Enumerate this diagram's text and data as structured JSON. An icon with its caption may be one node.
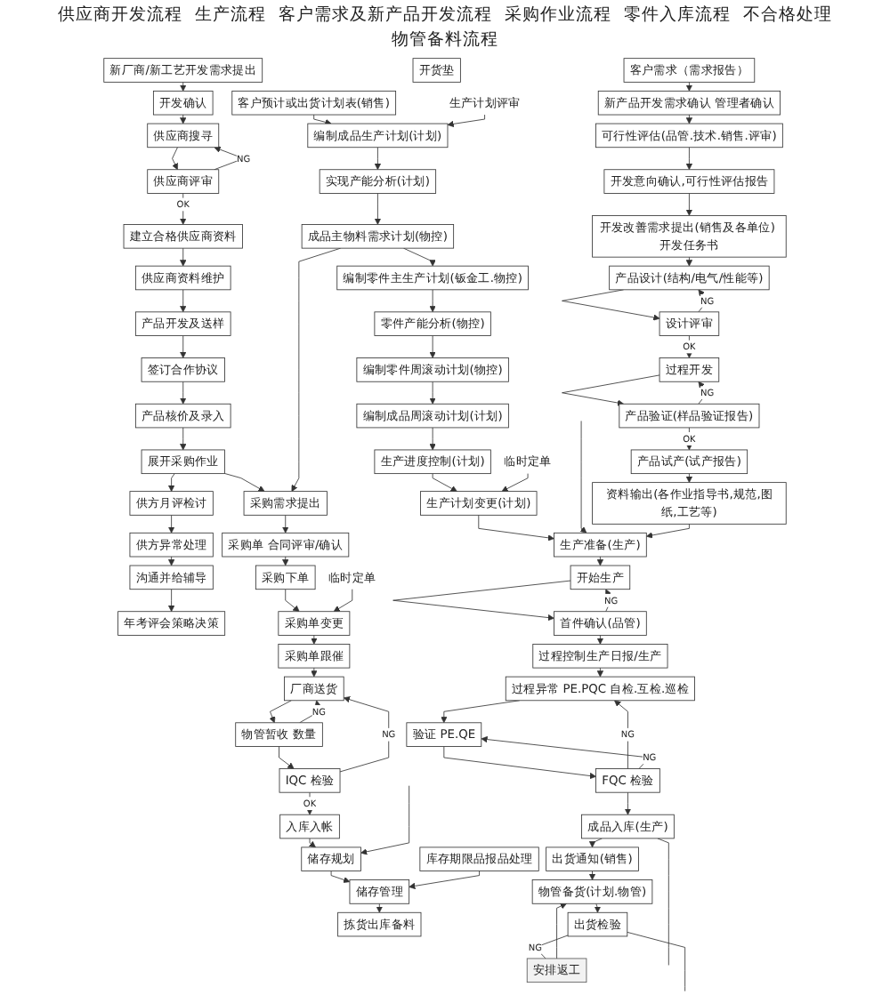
{
  "diagram": {
    "nodes": [
      {
        "text": [
          "新厂商/新工艺开发需求提出"
        ]
      },
      {
        "text": [
          "开发确认"
        ]
      },
      {
        "text": [
          "供应商搜寻"
        ]
      },
      {
        "text": [
          "供应商评审"
        ]
      },
      {
        "text": [
          "建立合格供应商资料"
        ]
      },
      {
        "text": [
          "供应商资料维护"
        ]
      },
      {
        "text": [
          "产品开发及送样"
        ]
      },
      {
        "text": [
          "签订合作协议"
        ]
      },
      {
        "text": [
          "产品核价及录入"
        ]
      },
      {
        "text": [
          "展开采购作业"
        ]
      },
      {
        "text": [
          "供方月评检讨"
        ]
      },
      {
        "text": [
          "供方异常处理"
        ]
      },
      {
        "text": [
          "沟通并给辅导"
        ]
      },
      {
        "text": [
          "年考评会策略决策"
        ]
      },
      {
        "text": [
          "采购需求提出"
        ]
      },
      {
        "text": [
          "采购单 合同评审/确认"
        ]
      },
      {
        "text": [
          "采购下单"
        ]
      },
      {
        "text": [
          "临时定单"
        ]
      },
      {
        "text": [
          "采购单变更"
        ]
      },
      {
        "text": [
          "采购单跟催"
        ]
      },
      {
        "text": [
          "厂商送货"
        ]
      },
      {
        "text": [
          "物管暂收 数量"
        ]
      },
      {
        "text": [
          "IQC 检验"
        ]
      },
      {
        "text": [
          "入库入帐"
        ]
      },
      {
        "text": [
          "储存规划"
        ]
      },
      {
        "text": [
          "库存期限品报品处理"
        ]
      },
      {
        "text": [
          "储存管理"
        ]
      },
      {
        "text": [
          "开货垫"
        ]
      },
      {
        "text": [
          "拣货出库备料"
        ]
      },
      {
        "text": [
          "客户预计或出货计划表(销售)"
        ]
      },
      {
        "text": [
          "编制成品生产计划(计划)"
        ]
      },
      {
        "text": [
          "生产计划评审"
        ]
      },
      {
        "text": [
          "实现产能分析(计划)"
        ]
      },
      {
        "text": [
          "成品主物料需求计划(物控)"
        ]
      },
      {
        "text": [
          "编制零件主生产计划(钣金工.物控)"
        ]
      },
      {
        "text": [
          "零件产能分析(物控)"
        ]
      },
      {
        "text": [
          "编制零件周滚动计划(物控)"
        ]
      },
      {
        "text": [
          "编制成品周滚动计划(计划)"
        ]
      },
      {
        "text": [
          "生产进度控制(计划)"
        ]
      },
      {
        "text": [
          "生产计划变更(计划)"
        ]
      },
      {
        "text": [
          "临时定单"
        ]
      },
      {
        "text": [
          "生产准备(生产)"
        ]
      },
      {
        "text": [
          "开始生产"
        ]
      },
      {
        "text": [
          "首件确认(品管)"
        ]
      },
      {
        "text": [
          "过程控制生产日报/生产"
        ]
      },
      {
        "text": [
          "过程异常 PE.PQC 自检.互检.巡检"
        ]
      },
      {
        "text": [
          "验证 PE.QE"
        ]
      },
      {
        "text": [
          "FQC 检验"
        ]
      },
      {
        "text": [
          "成品入库(生产)"
        ]
      },
      {
        "text": [
          "出货通知(销售)"
        ]
      },
      {
        "text": [
          "物管备货(计划.物管)"
        ]
      },
      {
        "text": [
          "安排返工"
        ]
      },
      {
        "text": [
          "出货检验"
        ]
      },
      {
        "text": [
          "客户需求（需求报告）"
        ]
      },
      {
        "text": [
          "新产品开发需求确认 管理者确认"
        ]
      },
      {
        "text": [
          "可行性评估(品管.技术.销售.评审)"
        ]
      },
      {
        "text": [
          "开发意向确认,可行性评估报告"
        ]
      },
      {
        "text": [
          "开发改善需求提出(销售及各单位) 开发任务书"
        ]
      },
      {
        "text": [
          "产品设计(结构/电气/性能等)"
        ]
      },
      {
        "text": [
          "设计评审"
        ]
      },
      {
        "text": [
          "过程开发"
        ]
      },
      {
        "text": [
          "产品验证(样品验证报告)"
        ]
      },
      {
        "text": [
          "产品试产(试产报告)"
        ]
      },
      {
        "text": [
          "资料输出(各作业指导书,规范,图纸,工艺等)"
        ]
      }
    ],
    "edges": [
      {
        "from": 0,
        "to": 1,
        "arrow": "to"
      },
      {
        "from": 1,
        "to": 2,
        "arrow": "to"
      },
      {
        "from": 2,
        "to": 3,
        "arrow": "to"
      },
      {
        "from": 3,
        "to": 2,
        "arrow": "to",
        "label": "NG"
      },
      {
        "from": 3,
        "to": 4,
        "arrow": "to",
        "label": "OK"
      },
      {
        "from": 4,
        "to": 5,
        "arrow": "to"
      },
      {
        "from": 5,
        "to": 6,
        "arrow": "to"
      },
      {
        "from": 6,
        "to": 7,
        "arrow": "to"
      },
      {
        "from": 7,
        "to": 8,
        "arrow": "to"
      },
      {
        "from": 8,
        "to": 9,
        "arrow": "to"
      },
      {
        "from": 9,
        "to": 10,
        "arrow": "to"
      },
      {
        "from": 10,
        "to": 11,
        "arrow": "to"
      },
      {
        "from": 11,
        "to": 12,
        "arrow": "to"
      },
      {
        "from": 12,
        "to": 13,
        "arrow": "to"
      },
      {
        "from": 9,
        "to": 14,
        "arrow": "to"
      },
      {
        "from": 33,
        "to": 14,
        "arrow": "to"
      },
      {
        "from": 14,
        "to": 15,
        "arrow": "to"
      },
      {
        "from": 15,
        "to": 16,
        "arrow": "to"
      },
      {
        "from": 16,
        "to": 18,
        "arrow": "to"
      },
      {
        "from": 17,
        "to": 18,
        "arrow": "to"
      },
      {
        "from": 18,
        "to": 19,
        "arrow": "to"
      },
      {
        "from": 19,
        "to": 20,
        "arrow": "to"
      },
      {
        "from": 20,
        "to": 21,
        "arrow": "to"
      },
      {
        "from": 21,
        "to": 20,
        "arrow": "to",
        "label": "NG"
      },
      {
        "from": 21,
        "to": 22,
        "arrow": "to"
      },
      {
        "from": 22,
        "to": 20,
        "arrow": "to",
        "label": "NG"
      },
      {
        "from": 22,
        "to": 23,
        "arrow": "to",
        "label": "OK"
      },
      {
        "from": 23,
        "to": 24,
        "arrow": "to"
      },
      {
        "from": null,
        "to": 24,
        "arrow": "to"
      },
      {
        "from": 24,
        "to": 26,
        "arrow": "to"
      },
      {
        "from": 25,
        "to": 26,
        "arrow": "to"
      },
      {
        "from": 26,
        "to": 28,
        "arrow": "to"
      },
      {
        "from": 29,
        "to": 30,
        "arrow": "to"
      },
      {
        "from": 31,
        "to": 30,
        "arrow": "to"
      },
      {
        "from": 30,
        "to": 32,
        "arrow": "to"
      },
      {
        "from": 32,
        "to": 33,
        "arrow": "to"
      },
      {
        "from": 33,
        "to": 34,
        "arrow": "to"
      },
      {
        "from": 34,
        "to": 35,
        "arrow": "to"
      },
      {
        "from": 35,
        "to": 36,
        "arrow": "to"
      },
      {
        "from": 36,
        "to": 37,
        "arrow": "to"
      },
      {
        "from": 37,
        "to": 38,
        "arrow": "to"
      },
      {
        "from": 38,
        "to": 39,
        "arrow": "to"
      },
      {
        "from": 40,
        "to": 39,
        "arrow": "to"
      },
      {
        "from": 39,
        "to": 41,
        "arrow": "to"
      },
      {
        "from": null,
        "to": 41,
        "arrow": "to"
      },
      {
        "from": 63,
        "to": 41,
        "arrow": "to"
      },
      {
        "from": 41,
        "to": 42,
        "arrow": "to"
      },
      {
        "from": 42,
        "to": 43,
        "arrow": "to"
      },
      {
        "from": 43,
        "to": 42,
        "arrow": "to",
        "label": "NG"
      },
      {
        "from": 43,
        "to": 44,
        "arrow": "to"
      },
      {
        "from": 44,
        "to": 45,
        "arrow": "to"
      },
      {
        "from": 45,
        "to": 46,
        "arrow": "to"
      },
      {
        "from": 47,
        "to": 45,
        "arrow": "to",
        "label": "NG"
      },
      {
        "from": 46,
        "to": 47,
        "arrow": "to"
      },
      {
        "from": 47,
        "to": 46,
        "arrow": "to",
        "label": "NG"
      },
      {
        "from": 47,
        "to": 48,
        "arrow": "to"
      },
      {
        "from": 48,
        "to": null,
        "arrow": "none"
      },
      {
        "from": 48,
        "to": 49,
        "arrow": "to"
      },
      {
        "from": 49,
        "to": 50,
        "arrow": "to"
      },
      {
        "from": 50,
        "to": 52,
        "arrow": "to"
      },
      {
        "from": 52,
        "to": 51,
        "arrow": "none",
        "label": "NG"
      },
      {
        "from": 51,
        "to": 50,
        "arrow": "to"
      },
      {
        "from": 52,
        "to": null,
        "arrow": "none"
      },
      {
        "from": 53,
        "to": 54,
        "arrow": "to"
      },
      {
        "from": 54,
        "to": 55,
        "arrow": "to"
      },
      {
        "from": 55,
        "to": 56,
        "arrow": "to"
      },
      {
        "from": 56,
        "to": 57,
        "arrow": "to"
      },
      {
        "from": 57,
        "to": 58,
        "arrow": "to"
      },
      {
        "from": 58,
        "to": 59,
        "arrow": "to"
      },
      {
        "from": 59,
        "to": 58,
        "arrow": "to",
        "label": "NG"
      },
      {
        "from": 59,
        "to": 60,
        "arrow": "to",
        "label": "OK"
      },
      {
        "from": 60,
        "to": 61,
        "arrow": "to"
      },
      {
        "from": 61,
        "to": 60,
        "arrow": "to",
        "label": "NG"
      },
      {
        "from": 61,
        "to": 62,
        "arrow": "to",
        "label": "OK"
      },
      {
        "from": 62,
        "to": 63,
        "arrow": "to"
      }
    ],
    "labels": [
      "供应商开发流程",
      "生产流程",
      "客户需求及新产品开发流程",
      "采购作业流程",
      "零件入库流程",
      "不合格处理",
      "物管备料流程"
    ]
  }
}
